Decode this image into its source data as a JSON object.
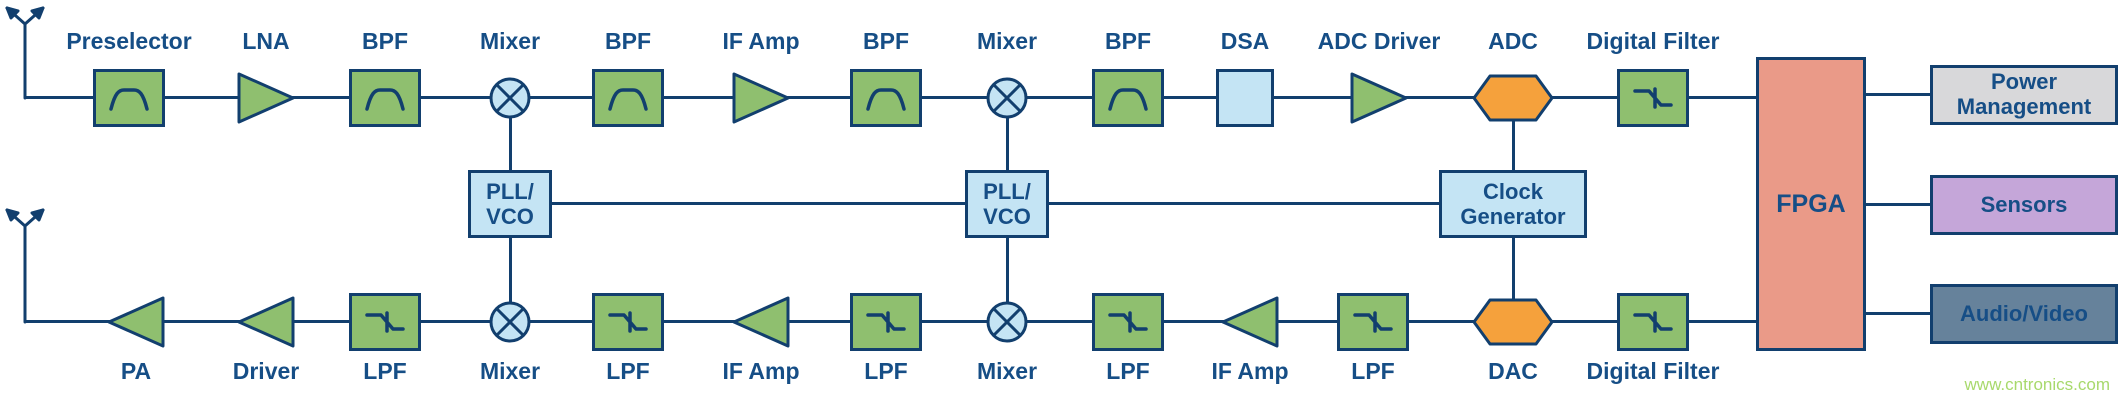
{
  "colors": {
    "navy": "#123F6E",
    "text": "#164E86",
    "green": "#8FBF6F",
    "light_blue": "#C4E4F4",
    "orange": "#F5A13C",
    "salmon": "#EA9A88",
    "gray": "#D8D8DA",
    "purple": "#C5A6D9",
    "slate": "#66829B",
    "watermark_green": "#A8D96C"
  },
  "icons": {
    "antenna": "antenna-symbol",
    "bandpass": "bandpass-response-curve",
    "lowpass": "lowpass-response-curve",
    "amplifier": "triangle-amplifier",
    "mixer": "circle-with-x-mixer",
    "converter": "hexagon-data-converter"
  },
  "top_chain": {
    "labels": [
      "Preselector",
      "LNA",
      "BPF",
      "Mixer",
      "BPF",
      "IF Amp",
      "BPF",
      "Mixer",
      "BPF",
      "DSA",
      "ADC Driver",
      "ADC",
      "Digital Filter"
    ]
  },
  "bottom_chain": {
    "labels": [
      "PA",
      "Driver",
      "LPF",
      "Mixer",
      "LPF",
      "IF Amp",
      "LPF",
      "Mixer",
      "LPF",
      "IF Amp",
      "LPF",
      "DAC",
      "Digital Filter"
    ]
  },
  "oscillators": {
    "pll_vco_1": {
      "line1": "PLL/",
      "line2": "VCO"
    },
    "pll_vco_2": {
      "line1": "PLL/",
      "line2": "VCO"
    },
    "clock_generator": {
      "line1": "Clock",
      "line2": "Generator"
    }
  },
  "fpga": {
    "label": "FPGA"
  },
  "peripherals": {
    "power": {
      "line1": "Power",
      "line2": "Management"
    },
    "sensors": {
      "label": "Sensors"
    },
    "audio_video": {
      "label": "Audio/Video"
    }
  },
  "watermark": "www.cntronics.com"
}
